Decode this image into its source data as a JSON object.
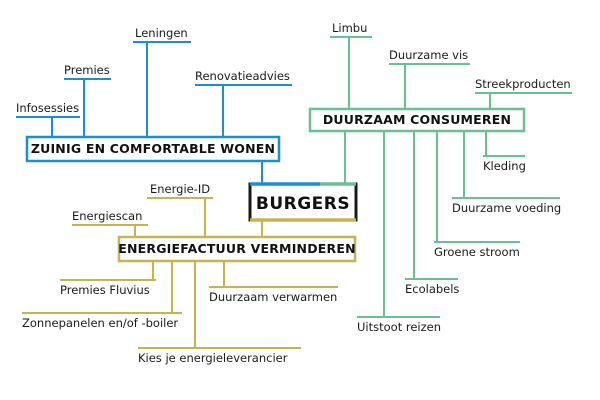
{
  "colors": {
    "blue": "#1b8fd0",
    "green": "#6cbf95",
    "gold": "#c7b352",
    "dark": "#1a1a1a"
  },
  "center": {
    "label": "BURGERS"
  },
  "blue_group": {
    "title": "ZUINIG EN COMFORTABLE WONEN",
    "items": [
      "Infosessies",
      "Premies",
      "Leningen",
      "Renovatieadvies"
    ]
  },
  "green_group": {
    "title": "DUURZAAM CONSUMEREN",
    "items": [
      "Limbu",
      "Duurzame vis",
      "Streekproducten",
      "Kleding",
      "Duurzame voeding",
      "Groene stroom",
      "Ecolabels",
      "Uitstoot reizen"
    ]
  },
  "gold_group": {
    "title": "ENERGIEFACTUUR VERMINDEREN",
    "items": [
      "Energie-ID",
      "Energiescan",
      "Premies Fluvius",
      "Zonnepanelen en/of -boiler",
      "Kies je energieleverancier",
      "Duurzaam verwarmen"
    ]
  }
}
